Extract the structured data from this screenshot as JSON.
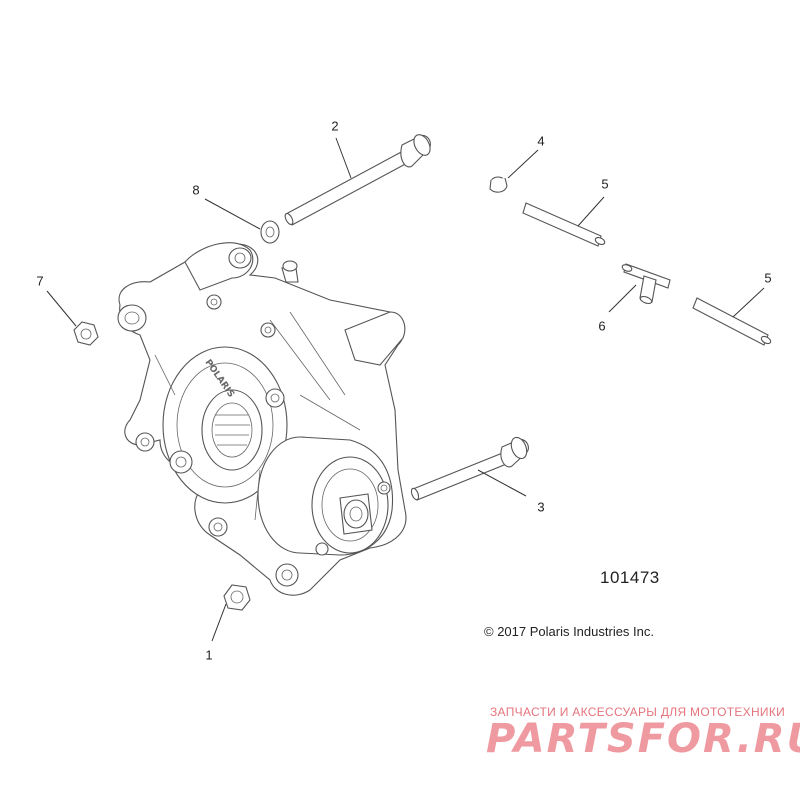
{
  "callouts": [
    "1",
    "2",
    "3",
    "4",
    "5",
    "5",
    "6",
    "7",
    "8"
  ],
  "figure_id": "101473",
  "copyright": "© 2017 Polaris Industries Inc.",
  "housing_text": "POLARIS",
  "watermark": {
    "tagline": "ЗАПЧАСТИ И АКСЕССУАРЫ ДЛЯ МОТОТЕХНИКИ",
    "logo": "PARTSFOR.RU"
  }
}
